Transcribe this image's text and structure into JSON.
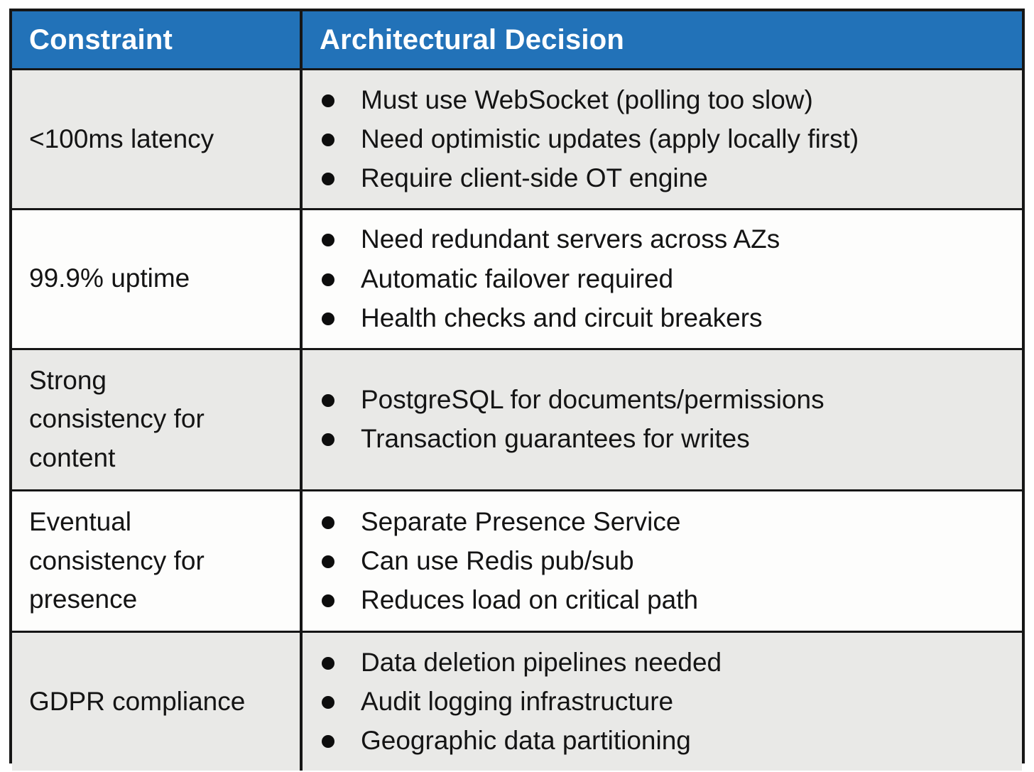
{
  "table": {
    "columns": [
      {
        "label": "Constraint"
      },
      {
        "label": "Architectural Decision"
      }
    ],
    "rows": [
      {
        "constraint": "<100ms latency",
        "decisions": [
          "Must use WebSocket (polling too slow)",
          "Need optimistic updates (apply locally first)",
          "Require client-side OT engine"
        ]
      },
      {
        "constraint": "99.9% uptime",
        "decisions": [
          "Need redundant servers across AZs",
          "Automatic failover required",
          "Health checks and circuit breakers"
        ]
      },
      {
        "constraint": "Strong consistency for content",
        "decisions": [
          "PostgreSQL for documents/permissions",
          "Transaction guarantees for writes"
        ]
      },
      {
        "constraint": "Eventual consistency for presence",
        "decisions": [
          "Separate Presence Service",
          "Can use Redis pub/sub",
          "Reduces load on critical path"
        ]
      },
      {
        "constraint": "GDPR compliance",
        "decisions": [
          "Data deletion pipelines needed",
          "Audit logging infrastructure",
          "Geographic data partitioning"
        ]
      }
    ],
    "colors": {
      "header_bg": "#2272b8",
      "header_text": "#ffffff",
      "row_gray": "#e9e9e7",
      "row_white": "#fdfdfc",
      "border": "#161616",
      "body_text": "#141414"
    }
  }
}
